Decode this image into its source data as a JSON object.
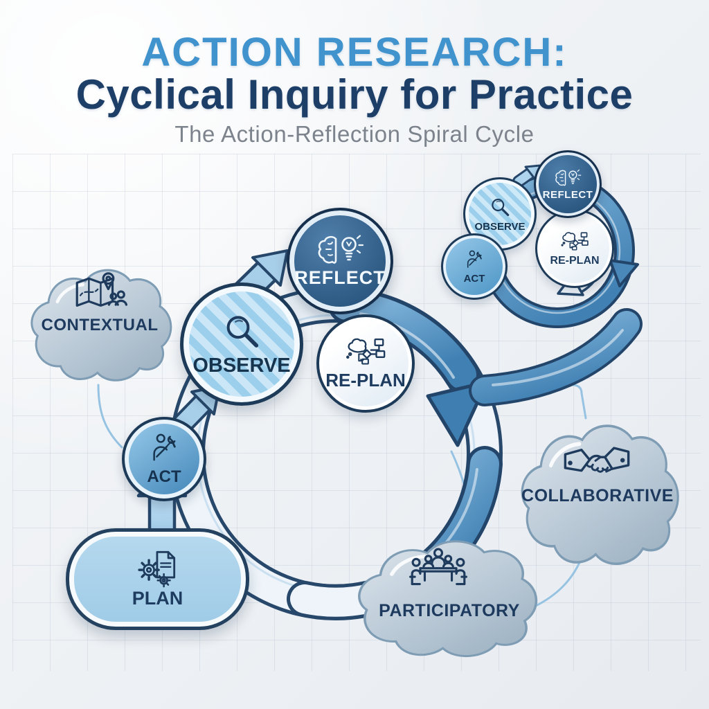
{
  "title": {
    "line1": "ACTION RESEARCH:",
    "line2": "Cyclical Inquiry for Practice",
    "subtitle": "The Action-Reflection Spiral Cycle"
  },
  "cycle1": {
    "plan": "PLAN",
    "act": "ACT",
    "observe": "OBSERVE",
    "reflect": "REFLECT",
    "replan": "RE-PLAN"
  },
  "cycle2": {
    "act": "ACT",
    "observe": "OBSERVE",
    "reflect": "REFLECT",
    "replan": "RE-PLAN"
  },
  "principles": {
    "contextual": "CONTEXTUAL",
    "collaborative": "COLLABORATIVE",
    "participatory": "PARTICIPATORY"
  },
  "icons": {
    "reflect": "brain-lightbulb-icon",
    "observe": "magnifier-icon",
    "replan": "thought-flowchart-icon",
    "act": "person-wrench-icon",
    "plan": "gears-document-icon",
    "contextual": "map-pin-people-icon",
    "collaborative": "handshake-icon",
    "participatory": "people-at-table-icon"
  },
  "colors": {
    "title_accent": "#4093cd",
    "title_dark": "#1d3e66",
    "subtitle_gray": "#7c838c",
    "navy_outline": "#1e3a5c",
    "arc_blue": "#4e8cbe",
    "arc_light": "#a8cfe9",
    "node_dark_blue": "#2a567f",
    "stripe_light": "#cbe7f7",
    "stripe_dark": "#9bcfec",
    "cloud_fill_top": "#d8e1ea",
    "cloud_fill_bottom": "#a2b6c6",
    "connector": "#96c3e2"
  }
}
